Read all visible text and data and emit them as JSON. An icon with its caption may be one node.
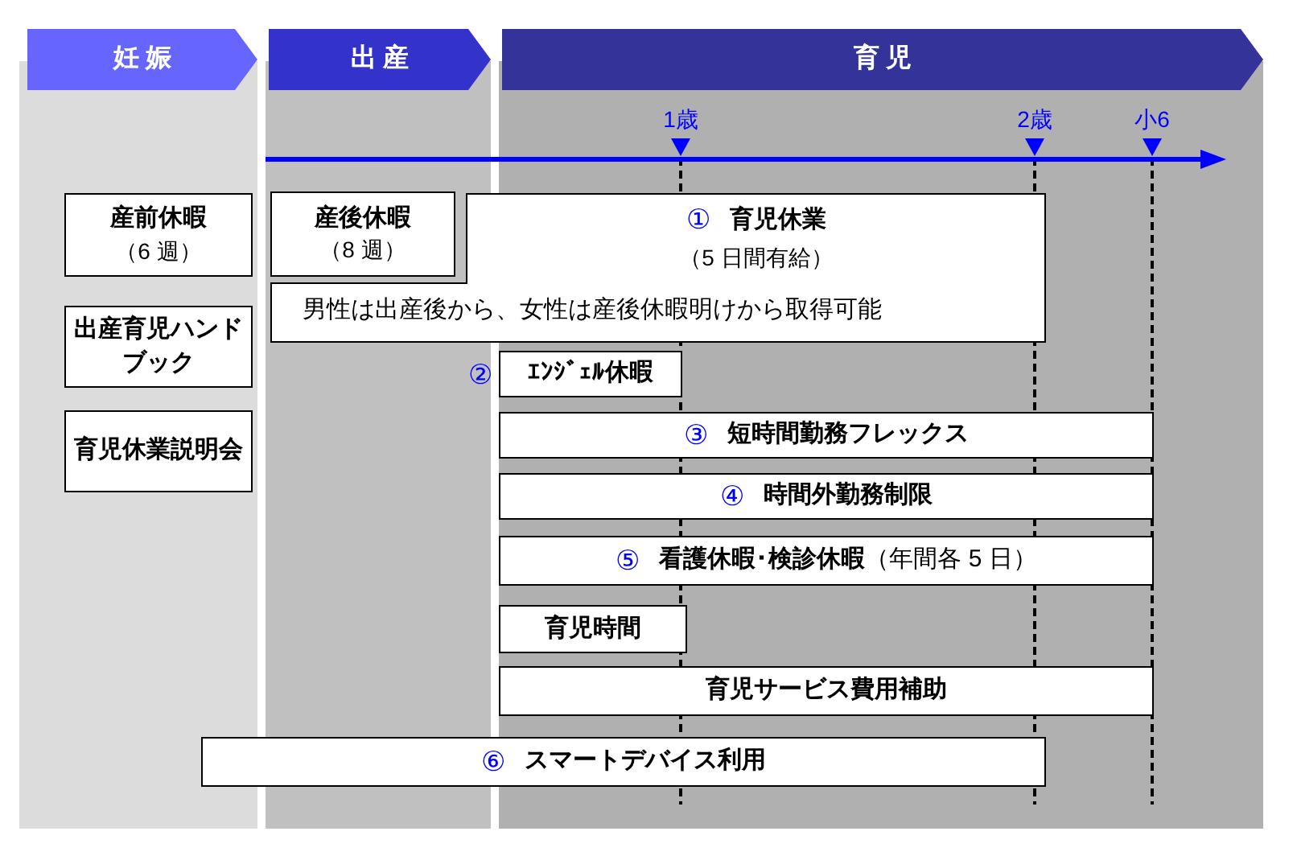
{
  "diagram": {
    "nodes": [
      {
        "text": [
          "妊 娠"
        ]
      },
      {
        "text": [
          "出 産"
        ]
      },
      {
        "text": [
          "育 児"
        ]
      },
      {
        "text": [
          "産前休暇",
          "（6 週）"
        ]
      },
      {
        "text": [
          "出産育児ハンドブック"
        ]
      },
      {
        "text": [
          "育児休業説明会"
        ]
      },
      {
        "text": [
          "産後休暇",
          "（8 週）"
        ]
      },
      {
        "text": [
          "①",
          "育児休業",
          "（5 日間有給）",
          "男性は出産後から、女性は産後休暇明けから取得可能"
        ]
      },
      {
        "text": [
          "ｴﾝｼﾞｪﾙ休暇"
        ],
        "beside": [
          "②"
        ]
      },
      {
        "text": [
          "③",
          "短時間勤務フレックス"
        ]
      },
      {
        "text": [
          "④",
          "時間外勤務制限"
        ]
      },
      {
        "text": [
          "⑤",
          "**看護休暇･検診休暇**（年間各 5 日）"
        ]
      },
      {
        "text": [
          "育児時間"
        ]
      },
      {
        "text": [
          "育児サービス費用補助"
        ]
      },
      {
        "text": [
          "⑥",
          "スマートデバイス利用"
        ]
      }
    ],
    "edges": [],
    "labels": [
      "1歳",
      "2歳",
      "小6"
    ]
  }
}
